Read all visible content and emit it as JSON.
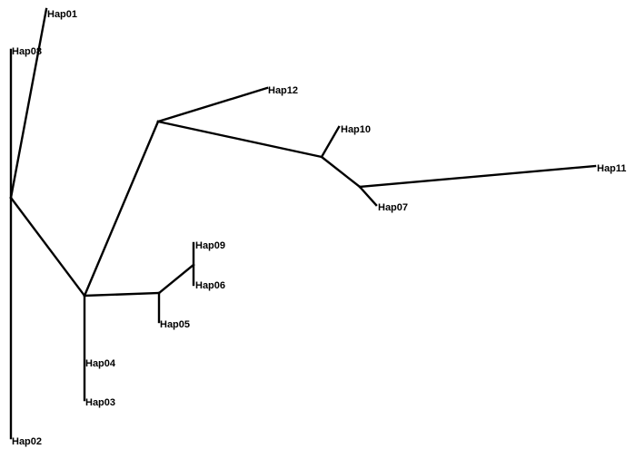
{
  "tree": {
    "colors": {
      "branch": "#000000",
      "label": "#000000",
      "background": "#ffffff"
    },
    "tips": [
      {
        "id": "hap01",
        "label": "Hap01"
      },
      {
        "id": "hap08",
        "label": "Hap08"
      },
      {
        "id": "hap12",
        "label": "Hap12"
      },
      {
        "id": "hap10",
        "label": "Hap10"
      },
      {
        "id": "hap11",
        "label": "Hap11"
      },
      {
        "id": "hap07",
        "label": "Hap07"
      },
      {
        "id": "hap09",
        "label": "Hap09"
      },
      {
        "id": "hap06",
        "label": "Hap06"
      },
      {
        "id": "hap05",
        "label": "Hap05"
      },
      {
        "id": "hap04",
        "label": "Hap04"
      },
      {
        "id": "hap03",
        "label": "Hap03"
      },
      {
        "id": "hap02",
        "label": "Hap02"
      }
    ]
  }
}
